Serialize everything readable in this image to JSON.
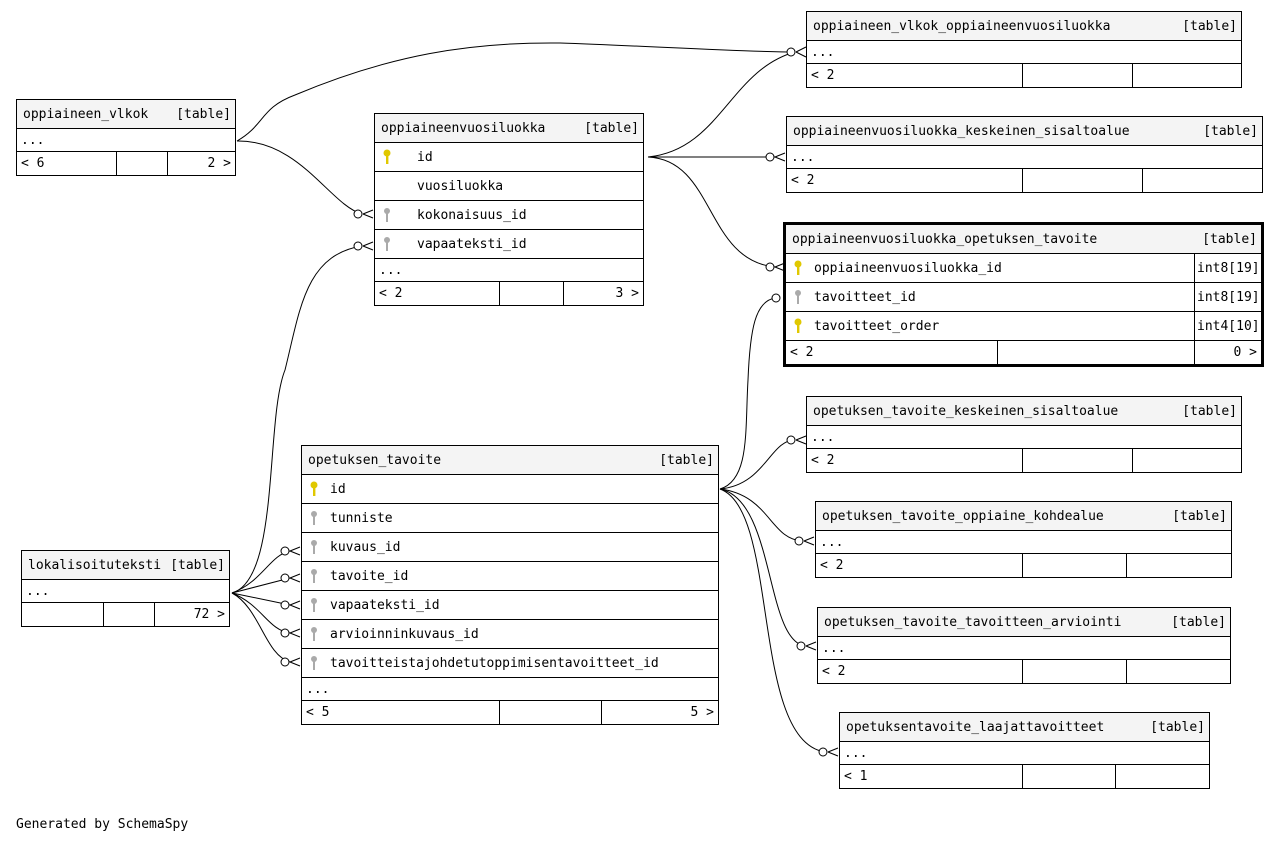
{
  "tables": {
    "vlkok_vuosi": {
      "name": "oppiaineen_vlkok_oppiaineenvuosiluokka",
      "tag": "[table]",
      "ellipsis": "...",
      "footer": [
        "< 2",
        "",
        ""
      ]
    },
    "vlkok": {
      "name": "oppiaineen_vlkok",
      "tag": "[table]",
      "ellipsis": "...",
      "footer": [
        "< 6",
        "",
        "2 >"
      ]
    },
    "vuosiluokka": {
      "name": "oppiaineenvuosiluokka",
      "tag": "[table]",
      "columns": [
        {
          "name": "id",
          "key": "primary"
        },
        {
          "name": "vuosiluokka",
          "key": "none"
        },
        {
          "name": "kokonaisuus_id",
          "key": "foreign"
        },
        {
          "name": "vapaateksti_id",
          "key": "foreign"
        }
      ],
      "ellipsis": "...",
      "footer": [
        "< 2",
        "",
        "3 >"
      ]
    },
    "keskeinen": {
      "name": "oppiaineenvuosiluokka_keskeinen_sisaltoalue",
      "tag": "[table]",
      "ellipsis": "...",
      "footer": [
        "< 2",
        "",
        ""
      ]
    },
    "focus": {
      "name": "oppiaineenvuosiluokka_opetuksen_tavoite",
      "tag": "[table]",
      "columns": [
        {
          "name": "oppiaineenvuosiluokka_id",
          "type": "int8[19]",
          "key": "primary"
        },
        {
          "name": "tavoitteet_id",
          "type": "int8[19]",
          "key": "foreign"
        },
        {
          "name": "tavoitteet_order",
          "type": "int4[10]",
          "key": "primary"
        }
      ],
      "footer": [
        "< 2",
        "",
        "0 >"
      ]
    },
    "ot_keskeinen": {
      "name": "opetuksen_tavoite_keskeinen_sisaltoalue",
      "tag": "[table]",
      "ellipsis": "...",
      "footer": [
        "< 2",
        "",
        ""
      ]
    },
    "ot_kohdealue": {
      "name": "opetuksen_tavoite_oppiaine_kohdealue",
      "tag": "[table]",
      "ellipsis": "...",
      "footer": [
        "< 2",
        "",
        ""
      ]
    },
    "ot_arviointi": {
      "name": "opetuksen_tavoite_tavoitteen_arviointi",
      "tag": "[table]",
      "ellipsis": "...",
      "footer": [
        "< 2",
        "",
        ""
      ]
    },
    "ot_laaja": {
      "name": "opetuksentavoite_laajattavoitteet",
      "tag": "[table]",
      "ellipsis": "...",
      "footer": [
        "< 1",
        "",
        ""
      ]
    },
    "opetuksen": {
      "name": "opetuksen_tavoite",
      "tag": "[table]",
      "columns": [
        {
          "name": "id",
          "key": "primary"
        },
        {
          "name": "tunniste",
          "key": "foreign"
        },
        {
          "name": "kuvaus_id",
          "key": "foreign"
        },
        {
          "name": "tavoite_id",
          "key": "foreign"
        },
        {
          "name": "vapaateksti_id",
          "key": "foreign"
        },
        {
          "name": "arvioinninkuvaus_id",
          "key": "foreign"
        },
        {
          "name": "tavoitteistajohdetutoppimisentavoitteet_id",
          "key": "foreign"
        }
      ],
      "ellipsis": "...",
      "footer": [
        "< 5",
        "",
        "5 >"
      ]
    },
    "lokal": {
      "name": "lokalisoituteksti",
      "tag": "[table]",
      "ellipsis": "...",
      "footer": [
        "",
        "",
        "72 >"
      ]
    }
  },
  "generated_by": "Generated by SchemaSpy",
  "colors": {
    "primary_key": "#e0c800",
    "foreign_key": "#aaaaaa"
  }
}
